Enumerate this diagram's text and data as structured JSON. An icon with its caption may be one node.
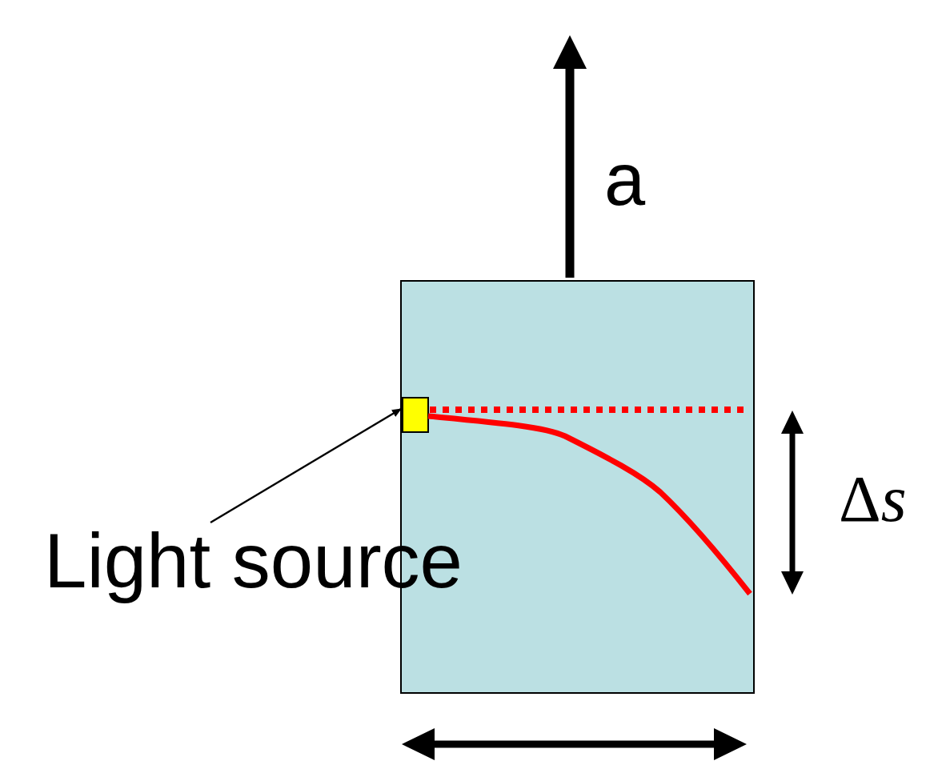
{
  "diagram": {
    "nodes": [
      {
        "text": [],
        "shape": "box"
      },
      {
        "text": [],
        "shape": "box",
        "in": 0
      },
      {
        "text": [
          "Light source"
        ]
      }
    ],
    "edges": [
      {
        "from": 2,
        "to": 1,
        "arrow": "to"
      }
    ],
    "labels": [
      "a",
      "Δs"
    ]
  }
}
